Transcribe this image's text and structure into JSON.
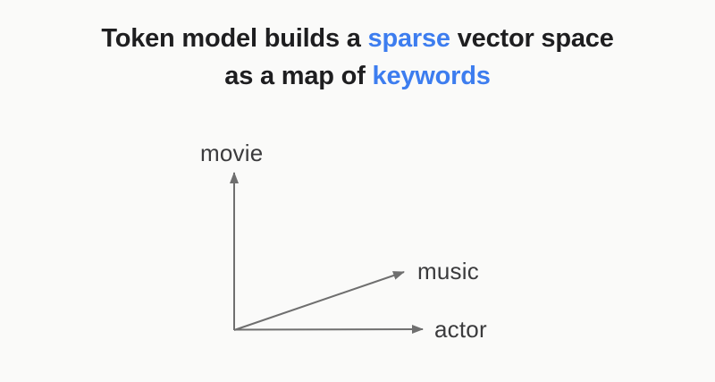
{
  "title": {
    "line1": {
      "pre": "Token model builds a ",
      "highlight": "sparse",
      "post": " vector space"
    },
    "line2": {
      "pre": "as a map of ",
      "highlight": "keywords"
    }
  },
  "diagram": {
    "labels": {
      "y_axis": "movie",
      "vector": "music",
      "x_axis": "actor"
    },
    "vectors": [
      {
        "name": "movie-axis-arrow",
        "from": [
          262,
          369
        ],
        "to": [
          262,
          193
        ]
      },
      {
        "name": "music-vector-arrow",
        "from": [
          262,
          369
        ],
        "to": [
          452,
          304
        ]
      },
      {
        "name": "actor-axis-arrow",
        "from": [
          262,
          368.5
        ],
        "to": [
          473,
          368
        ]
      }
    ]
  },
  "colors": {
    "background": "#FAFAF9",
    "title_text": "#1E1E20",
    "highlight_blue": "#3D7DEF",
    "arrow_gray": "#6F6F6F",
    "label_text": "#3B3B3D"
  }
}
